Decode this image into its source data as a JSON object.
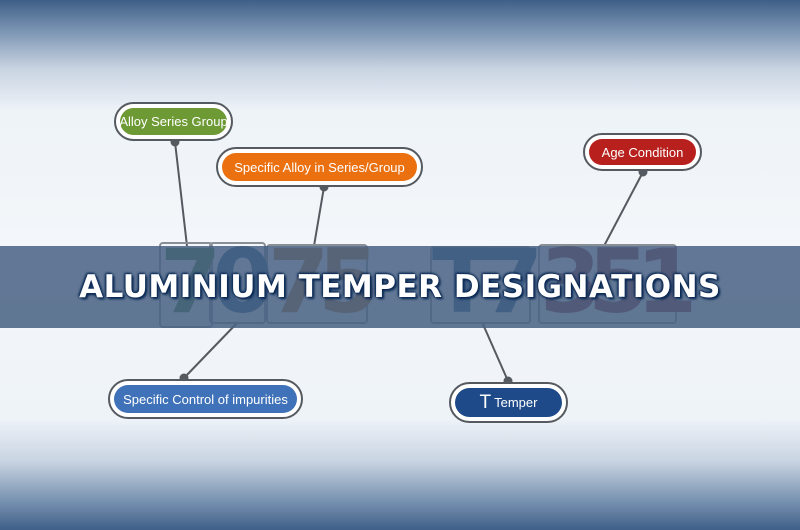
{
  "title": "ALUMINIUM TEMPER DESIGNATIONS",
  "designation": {
    "chars": [
      "7",
      "0",
      "7",
      "5",
      "T",
      "7",
      "3",
      "5",
      "1"
    ],
    "char_colors": [
      "#3f7a3a",
      "#1f4f8a",
      "#b06a30",
      "#b06a30",
      "#1f4f8a",
      "#1f4f8a",
      "#8a2a3a",
      "#8a2a3a",
      "#8a2a3a"
    ]
  },
  "callouts": {
    "alloy_series_group": {
      "label": "Alloy Series Group",
      "color": "#6e9a35"
    },
    "specific_alloy": {
      "label": "Specific Alloy in Series/Group",
      "color": "#ea7010"
    },
    "age_condition": {
      "label": "Age Condition",
      "color": "#b8201e"
    },
    "specific_control": {
      "label": "Specific Control of impurities",
      "color": "#3f72b8"
    },
    "t_temper": {
      "letter": "T",
      "label": "Temper",
      "color": "#1e4a8a"
    }
  },
  "colors": {
    "connector": "#555a60",
    "band": "#486284",
    "title_text": "#ffffff"
  }
}
